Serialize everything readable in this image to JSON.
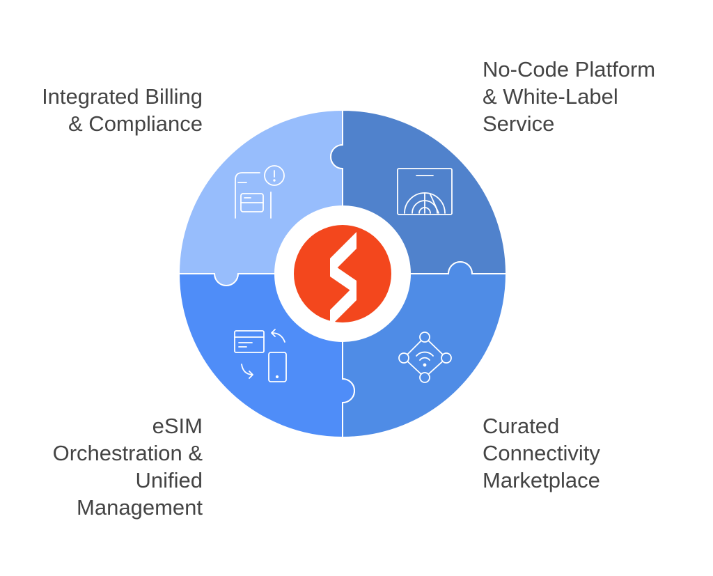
{
  "segments": [
    {
      "id": "top-left",
      "lines": [
        "Integrated Billing",
        "& Compliance"
      ],
      "color": "#97bdfc",
      "icon": "billing-compliance-icon"
    },
    {
      "id": "top-right",
      "lines": [
        "No-Code Platform",
        "& White-Label",
        "Service"
      ],
      "color": "#5082cc",
      "icon": "dashboard-gauge-icon"
    },
    {
      "id": "bottom-right",
      "lines": [
        "Curated",
        "Connectivity",
        "Marketplace"
      ],
      "color": "#4f8ce6",
      "icon": "network-wifi-icon"
    },
    {
      "id": "bottom-left",
      "lines": [
        "eSIM",
        "Orchestration &",
        "Unified",
        "Management"
      ],
      "color": "#4f8df8",
      "icon": "device-sync-icon"
    }
  ],
  "center": {
    "color": "#f3471d",
    "icon": "brand-logo-icon"
  }
}
